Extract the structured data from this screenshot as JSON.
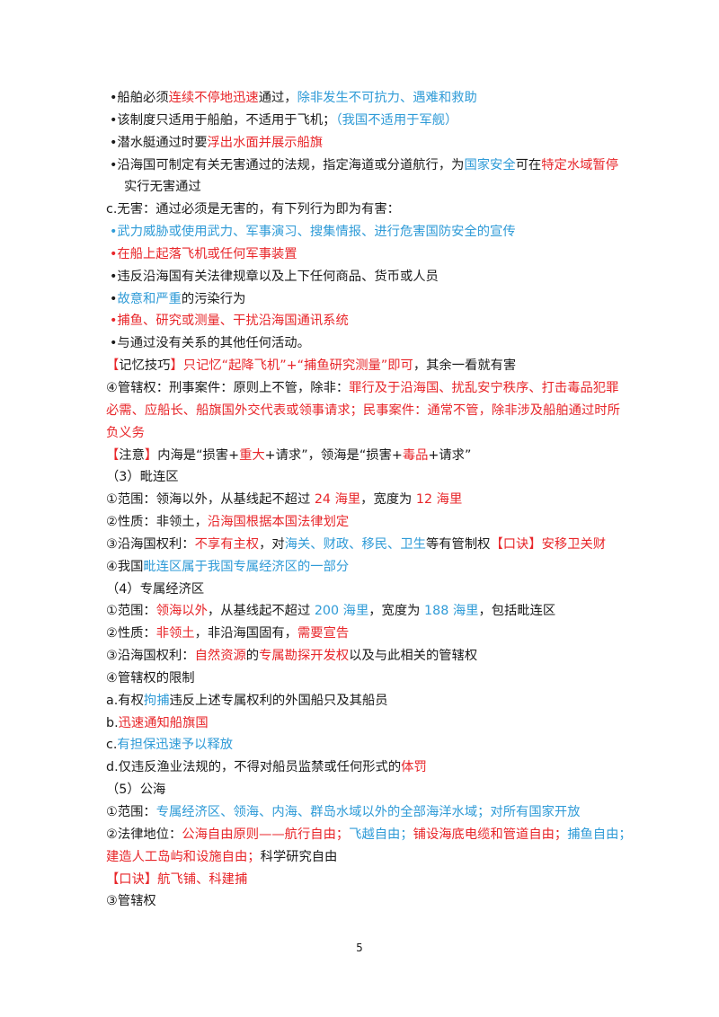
{
  "colors": {
    "text": "#1a1a1a",
    "red": "#e8262a",
    "blue": "#2f9bd7"
  },
  "lines": [
    {
      "cls": "bullet",
      "segs": [
        [
          "k",
          "•船舶必须"
        ],
        [
          "r",
          "连续不停地迅速"
        ],
        [
          "k",
          "通过，"
        ],
        [
          "b",
          "除非发生不可抗力、遇难和救助"
        ]
      ]
    },
    {
      "cls": "bullet",
      "segs": [
        [
          "k",
          "•该制度只适用于船舶，不适用于飞机；"
        ],
        [
          "b",
          "（我国不适用于军舰）"
        ]
      ]
    },
    {
      "cls": "bullet",
      "segs": [
        [
          "k",
          "•潜水艇通过时要"
        ],
        [
          "r",
          "浮出水面并展示船旗"
        ]
      ]
    },
    {
      "cls": "bullet",
      "segs": [
        [
          "k",
          "•沿海国可制定有关无害通过的法规，指定海道或分道航行，为"
        ],
        [
          "b",
          "国家安全"
        ],
        [
          "k",
          "可在"
        ],
        [
          "r",
          "特定水域暂停"
        ]
      ]
    },
    {
      "cls": "cont",
      "segs": [
        [
          "k",
          "实行无害通过"
        ]
      ]
    },
    {
      "cls": "",
      "segs": [
        [
          "k",
          "c.无害：通过必须是无害的，有下列行为即为有害："
        ]
      ]
    },
    {
      "cls": "bullet",
      "segs": [
        [
          "b",
          "•武力威胁或使用武力、军事演习、搜集情报、进行危害国防安全的宣传"
        ]
      ]
    },
    {
      "cls": "bullet",
      "segs": [
        [
          "r",
          "•在船上起落飞机或任何军事装置"
        ]
      ]
    },
    {
      "cls": "bullet",
      "segs": [
        [
          "k",
          "•违反沿海国有关法律规章以及上下任何商品、货币或人员"
        ]
      ]
    },
    {
      "cls": "bullet",
      "segs": [
        [
          "k",
          "•"
        ],
        [
          "b",
          "故意和严重"
        ],
        [
          "k",
          "的污染行为"
        ]
      ]
    },
    {
      "cls": "bullet",
      "segs": [
        [
          "r",
          "•捕鱼、研究或测量、干扰沿海国通讯系统"
        ]
      ]
    },
    {
      "cls": "bullet",
      "segs": [
        [
          "k",
          "•与通过没有关系的其他任何活动。"
        ]
      ]
    },
    {
      "cls": "",
      "segs": [
        [
          "r",
          "【"
        ],
        [
          "k",
          "记忆技巧"
        ],
        [
          "r",
          "】只记忆“起降飞机”+“捕鱼研究测量”即可"
        ],
        [
          "k",
          "，其余一看就有害"
        ]
      ]
    },
    {
      "cls": "",
      "segs": [
        [
          "k",
          "④管辖权：刑事案件：原则上不管，除非："
        ],
        [
          "r",
          "罪行及于沿海国、扰乱安宁秩序、打击毒品犯罪"
        ]
      ]
    },
    {
      "cls": "",
      "segs": [
        [
          "r",
          "必需、应船长、船旗国外交代表或领事请求；民事案件：通常不管，除非涉及船舶通过时所"
        ]
      ]
    },
    {
      "cls": "",
      "segs": [
        [
          "r",
          "负义务"
        ]
      ]
    },
    {
      "cls": "",
      "segs": [
        [
          "r",
          "【"
        ],
        [
          "k",
          "注意"
        ],
        [
          "r",
          "】"
        ],
        [
          "k",
          "内海是“损害+"
        ],
        [
          "r",
          "重大"
        ],
        [
          "k",
          "+请求”，领海是“损害+"
        ],
        [
          "r",
          "毒品"
        ],
        [
          "k",
          "+请求”"
        ]
      ]
    },
    {
      "cls": "",
      "segs": [
        [
          "k",
          "（3）毗连区"
        ]
      ]
    },
    {
      "cls": "",
      "segs": [
        [
          "k",
          "①范围：领海以外，从基线起不超过 "
        ],
        [
          "r",
          "24 海里"
        ],
        [
          "k",
          "，宽度为 "
        ],
        [
          "r",
          "12 海里"
        ]
      ]
    },
    {
      "cls": "",
      "segs": [
        [
          "k",
          "②性质：非领土，"
        ],
        [
          "r",
          "沿海国根据本国法律划定"
        ]
      ]
    },
    {
      "cls": "",
      "segs": [
        [
          "k",
          "③沿海国权利："
        ],
        [
          "r",
          "不享有主权"
        ],
        [
          "k",
          "，对"
        ],
        [
          "b",
          "海关、财政、移民、卫生"
        ],
        [
          "k",
          "等有管制权"
        ],
        [
          "r",
          "【口诀】安移卫关财"
        ]
      ]
    },
    {
      "cls": "",
      "segs": [
        [
          "k",
          "④我国"
        ],
        [
          "b",
          "毗连区属于我国专属经济区的一部分"
        ]
      ]
    },
    {
      "cls": "",
      "segs": [
        [
          "k",
          "（4）专属经济区"
        ]
      ]
    },
    {
      "cls": "",
      "segs": [
        [
          "k",
          "①范围："
        ],
        [
          "r",
          "领海以外"
        ],
        [
          "k",
          "，从基线起不超过 "
        ],
        [
          "b",
          "200 海里"
        ],
        [
          "k",
          "，宽度为 "
        ],
        [
          "b",
          "188 海里"
        ],
        [
          "k",
          "，包括毗连区"
        ]
      ]
    },
    {
      "cls": "",
      "segs": [
        [
          "k",
          "②性质："
        ],
        [
          "r",
          "非领土"
        ],
        [
          "k",
          "，非沿海国固有，"
        ],
        [
          "r",
          "需要宣告"
        ]
      ]
    },
    {
      "cls": "",
      "segs": [
        [
          "k",
          "③沿海国权利："
        ],
        [
          "r",
          "自然资源"
        ],
        [
          "k",
          "的"
        ],
        [
          "r",
          "专属勘探开发权"
        ],
        [
          "k",
          "以及与此相关的管辖权"
        ]
      ]
    },
    {
      "cls": "",
      "segs": [
        [
          "k",
          "④管辖权的限制"
        ]
      ]
    },
    {
      "cls": "",
      "segs": [
        [
          "k",
          "a.有权"
        ],
        [
          "b",
          "拘捕"
        ],
        [
          "k",
          "违反上述专属权利的外国船只及其船员"
        ]
      ]
    },
    {
      "cls": "",
      "segs": [
        [
          "k",
          "b."
        ],
        [
          "r",
          "迅速通知船旗国"
        ]
      ]
    },
    {
      "cls": "",
      "segs": [
        [
          "k",
          "c."
        ],
        [
          "b",
          "有担保迅速予以释放"
        ]
      ]
    },
    {
      "cls": "",
      "segs": [
        [
          "k",
          "d.仅违反渔业法规的，不得对船员监禁或任何形式的"
        ],
        [
          "r",
          "体罚"
        ]
      ]
    },
    {
      "cls": "",
      "segs": [
        [
          "k",
          "（5）公海"
        ]
      ]
    },
    {
      "cls": "",
      "segs": [
        [
          "k",
          "①范围："
        ],
        [
          "b",
          "专属经济区、领海、内海、群岛水域以外的全部海洋水域；对所有国家开放"
        ]
      ]
    },
    {
      "cls": "",
      "segs": [
        [
          "k",
          "②法律地位："
        ],
        [
          "r",
          "公海自由原则——航行自由；"
        ],
        [
          "b",
          "飞越自由；"
        ],
        [
          "r",
          "铺设海底电缆和管道自由；"
        ],
        [
          "b",
          "捕鱼自由；"
        ]
      ]
    },
    {
      "cls": "",
      "segs": [
        [
          "r",
          "建造人工岛屿和设施自由；"
        ],
        [
          "k",
          "科学研究自由"
        ]
      ]
    },
    {
      "cls": "",
      "segs": [
        [
          "r",
          "【口诀】航飞铺、科建捕"
        ]
      ]
    },
    {
      "cls": "",
      "segs": [
        [
          "k",
          "③管辖权"
        ]
      ]
    }
  ],
  "page_number": "5"
}
